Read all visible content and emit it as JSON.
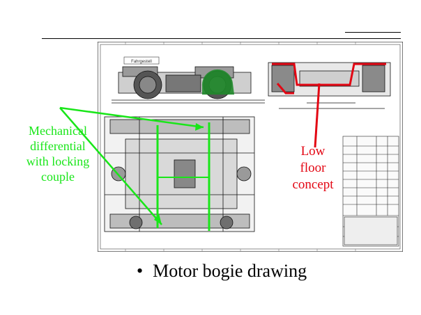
{
  "slide": {
    "callout_green": [
      "Mechanical",
      "differential",
      "with locking",
      "couple"
    ],
    "callout_red": [
      "Low",
      "floor",
      "concept"
    ],
    "bullet_text": "Motor bogie drawing",
    "bullet_glyph": "•"
  },
  "drawing": {
    "title_block_small": "Fahrgestell"
  },
  "colors": {
    "green": "#19e619",
    "red": "#e30613"
  }
}
